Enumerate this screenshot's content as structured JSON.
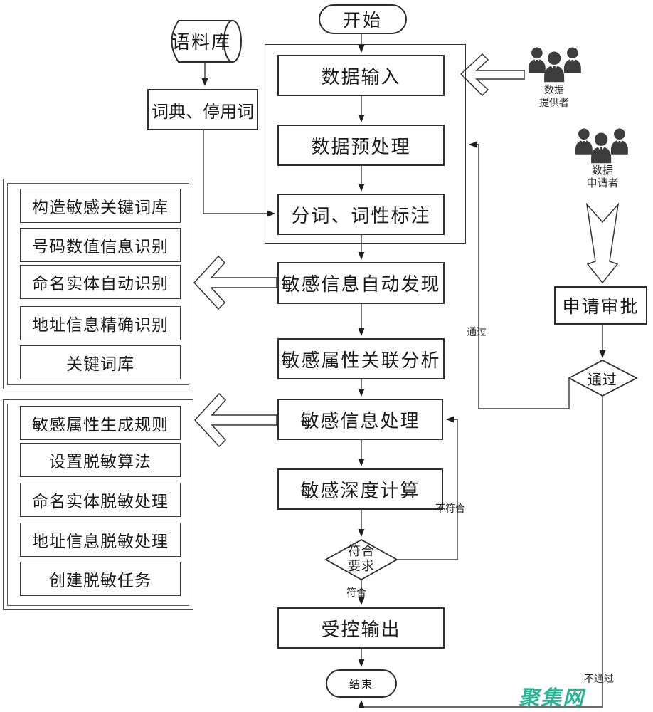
{
  "diagram": {
    "start": "开始",
    "corpus": "语料库",
    "dict": "词典、停用词",
    "data_input": "数据输入",
    "preprocess": "数据预处理",
    "segmentation": "分词、词性标注",
    "discovery": "敏感信息自动发现",
    "correlation": "敏感属性关联分析",
    "processing": "敏感信息处理",
    "depth_calc": "敏感深度计算",
    "decision_meet": {
      "line1": "符合",
      "line2": "要求"
    },
    "controlled_output": "受控输出",
    "end": "结束",
    "approval": "申请审批",
    "decision_pass": "通过"
  },
  "panel_recognition": {
    "items": [
      "构造敏感关键词库",
      "号码数值信息识别",
      "命名实体自动识别",
      "地址信息精确识别",
      "关键词库"
    ]
  },
  "panel_masking": {
    "items": [
      "敏感属性生成规则",
      "设置脱敏算法",
      "命名实体脱敏处理",
      "地址信息脱敏处理",
      "创建脱敏任务"
    ]
  },
  "actors": {
    "provider": {
      "line1": "数据",
      "line2": "提供者"
    },
    "applicant": {
      "line1": "数据",
      "line2": "申请者"
    }
  },
  "edge_labels": {
    "pass": "通过",
    "not_meet": "不符合",
    "meet": "符合",
    "not_pass": "不通过"
  },
  "watermark": {
    "text": "聚集网",
    "color": "#2cb496"
  }
}
